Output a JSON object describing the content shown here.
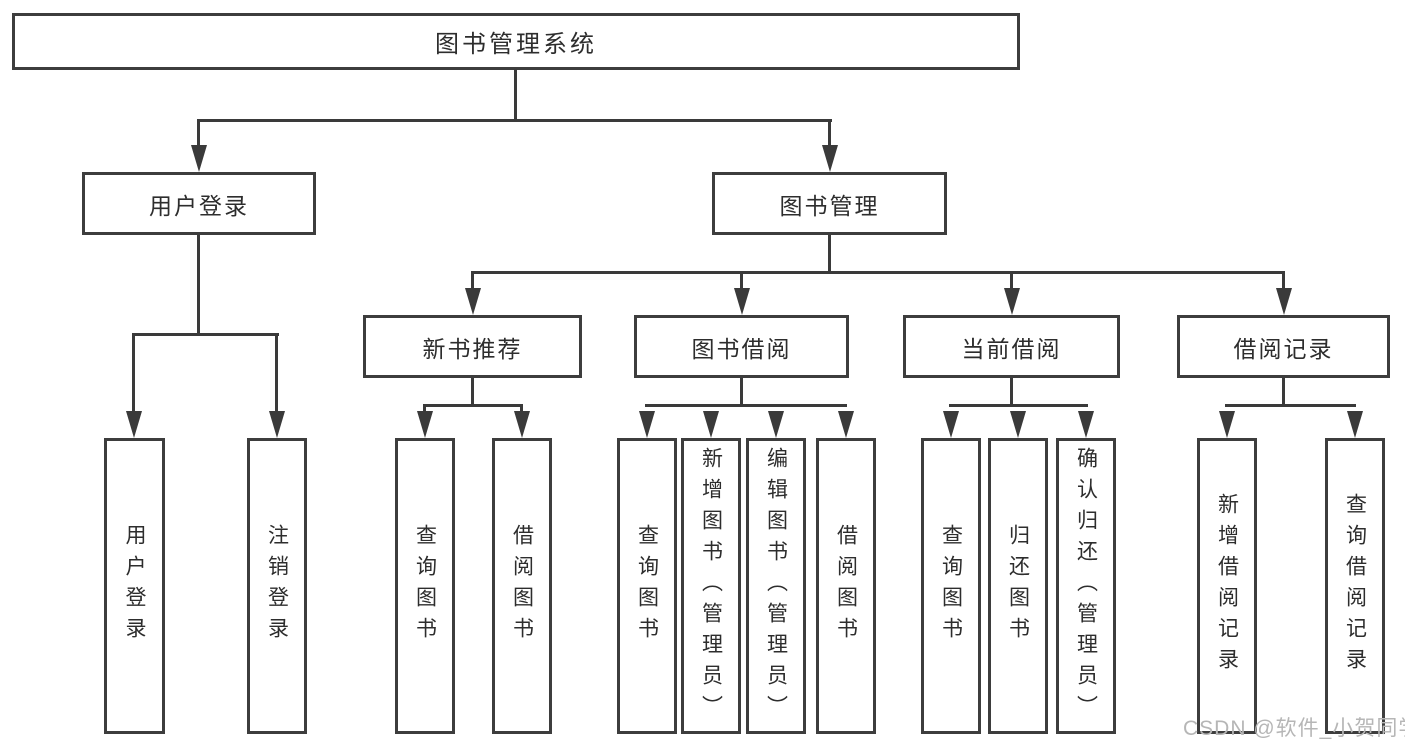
{
  "diagram": {
    "type": "hierarchy-tree",
    "title": "图书管理系统",
    "root": {
      "label": "图书管理系统"
    },
    "level2": [
      {
        "label": "用户登录",
        "parent": "图书管理系统"
      },
      {
        "label": "图书管理",
        "parent": "图书管理系统"
      }
    ],
    "level3": [
      {
        "label": "新书推荐",
        "parent": "图书管理"
      },
      {
        "label": "图书借阅",
        "parent": "图书管理"
      },
      {
        "label": "当前借阅",
        "parent": "图书管理"
      },
      {
        "label": "借阅记录",
        "parent": "图书管理"
      }
    ],
    "leaves": [
      {
        "label": "用户登录",
        "parent": "用户登录"
      },
      {
        "label": "注销登录",
        "parent": "用户登录"
      },
      {
        "label": "查询图书",
        "parent": "新书推荐"
      },
      {
        "label": "借阅图书",
        "parent": "新书推荐"
      },
      {
        "label": "查询图书",
        "parent": "图书借阅"
      },
      {
        "label": "新增图书（管理员）",
        "parent": "图书借阅"
      },
      {
        "label": "编辑图书（管理员）",
        "parent": "图书借阅"
      },
      {
        "label": "借阅图书",
        "parent": "图书借阅"
      },
      {
        "label": "查询图书",
        "parent": "当前借阅"
      },
      {
        "label": "归还图书",
        "parent": "当前借阅"
      },
      {
        "label": "确认归还（管理员）",
        "parent": "当前借阅"
      },
      {
        "label": "新增借阅记录",
        "parent": "借阅记录"
      },
      {
        "label": "查询借阅记录",
        "parent": "借阅记录"
      }
    ],
    "watermark": "CSDN @软件_小贺同学",
    "colors": {
      "line": "#3a3a3a",
      "box_border": "#3d3d3d",
      "text": "#2d2d2d",
      "watermark": "#b6b6b6",
      "background": "#ffffff"
    }
  }
}
